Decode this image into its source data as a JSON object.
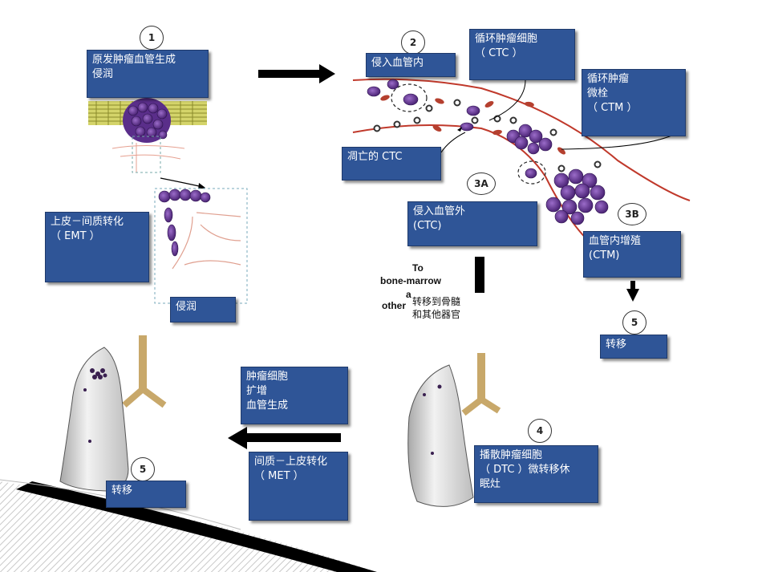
{
  "steps": {
    "s1": "1",
    "s2": "2",
    "s3a": "3A",
    "s3b": "3B",
    "s4": "4",
    "s5_right": "5",
    "s5_left": "5"
  },
  "labels": {
    "primary": "原发肿瘤血管生成\n侵润",
    "emt": "上皮－间质转化\n（ EMT ）",
    "invade1": "侵润",
    "intravasation": "侵入血管内",
    "ctc": "循环肿瘤细胞\n（ CTC ）",
    "ctm": "循环肿瘤\n微栓\n（ CTM ）",
    "apoptotic": "凋亡的 CTC",
    "extravasation": "侵入血管外\n(CTC)",
    "intravascular": "血管内增殖\n(CTM)",
    "metastasis_right": "转移",
    "dtc": "播散肿瘤细胞\n（ DTC ）微转移休\n眠灶",
    "met": "间质－上皮转化\n（ MET ）",
    "proliferation": "肿瘤细胞\n扩增\n血管生成",
    "metastasis_left": "转移"
  },
  "bone_marrow": {
    "english_line1": "To",
    "english_line2": "bone-marrow",
    "english_line3": "a",
    "english_line4": "other",
    "chinese": "转移到骨髓\n和其他器官"
  },
  "colors": {
    "box": "#2f5597",
    "tumor": "#6a3c9c",
    "vessel": "#c0392b",
    "arrow": "#000000"
  }
}
